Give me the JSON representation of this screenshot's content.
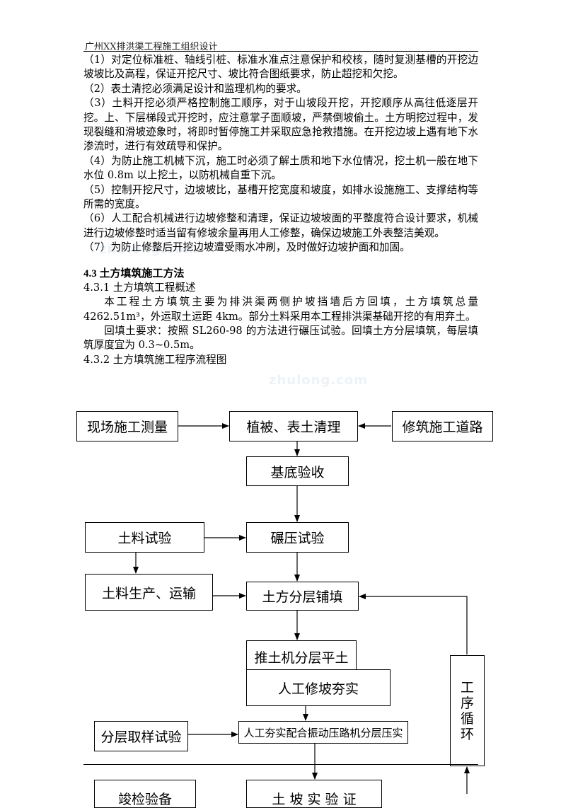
{
  "header": {
    "title": "广州XX排洪渠工程施工组织设计"
  },
  "paragraphs": [
    "（1）对定位标准桩、轴线引桩、标准水准点注意保护和校核，随时复测基槽的开挖边坡坡比及高程，保证开挖尺寸、坡比符合图纸要求，防止超挖和欠挖。",
    "（2）表土清挖必须满足设计和监理机构的要求。",
    "（3）土料开挖必须严格控制施工顺序，对于山坡段开挖，开挖顺序从高往低逐层开挖。上、下层梯段式开挖时，应注意掌子面顺坡，严禁倒坡偷土。土方明挖过程中，发现裂缝和滑坡迹象时，将即时暂停施工并采取应急抢救措施。在开挖边坡上遇有地下水渗流时，进行有效疏导和保护。",
    "（4）为防止施工机械下沉，施工时必须了解土质和地下水位情况，挖土机一般在地下水位 0.8m 以上挖土，以防机械自重下沉。",
    "（5）控制开挖尺寸，边坡坡比，基槽开挖宽度和坡度，如排水设施施工、支撑结构等所需的宽度。",
    "（6）人工配合机械进行边坡修整和清理，保证边坡坡面的平整度符合设计要求，机械进行边坡修整时适当留有修坡余量再用人工修整，确保边坡施工外表整洁美观。",
    "（7）为防止修整后开挖边坡遭受雨水冲刷，及时做好边坡护面和加固。"
  ],
  "section": {
    "heading": "4.3 土方填筑施工方法",
    "sub1": "4.3.1 土方填筑工程概述",
    "para1": "本工程土方填筑主要为排洪渠两侧护坡挡墙后方回填，土方填筑总量 4262.51m³，外运取土运距 4km。部分土料采用本工程排洪渠基础开挖的有用弃土。",
    "para2": "回填土要求：按照 SL260-98 的方法进行碾压试验。回填土方分层填筑，每层填筑厚度宜为 0.3~0.5m。",
    "sub2": "4.3.2 土方填筑施工程序流程图"
  },
  "watermarks": [
    "zhulong.com",
    "zhulong.com"
  ],
  "flowchart": {
    "survey": "现场施工测量",
    "clearing": "植被、表土清理",
    "road": "修筑施工道路",
    "base_check": "基底验收",
    "soil_test": "土料试验",
    "compaction_test": "碾压试验",
    "soil_production": "土料生产、运输",
    "layered_fill": "土方分层铺填",
    "bulldozer": "推土机分层平土",
    "manual_slope": "人工修坡夯实",
    "sampling": "分层取样试验",
    "compact_combo": "人工夯实配合振动压路机分层压实",
    "cycle": [
      "工",
      "序",
      "循",
      "环"
    ],
    "bottom_left": "竣检验备",
    "bottom_mid": "土 坡 实 验 证"
  }
}
